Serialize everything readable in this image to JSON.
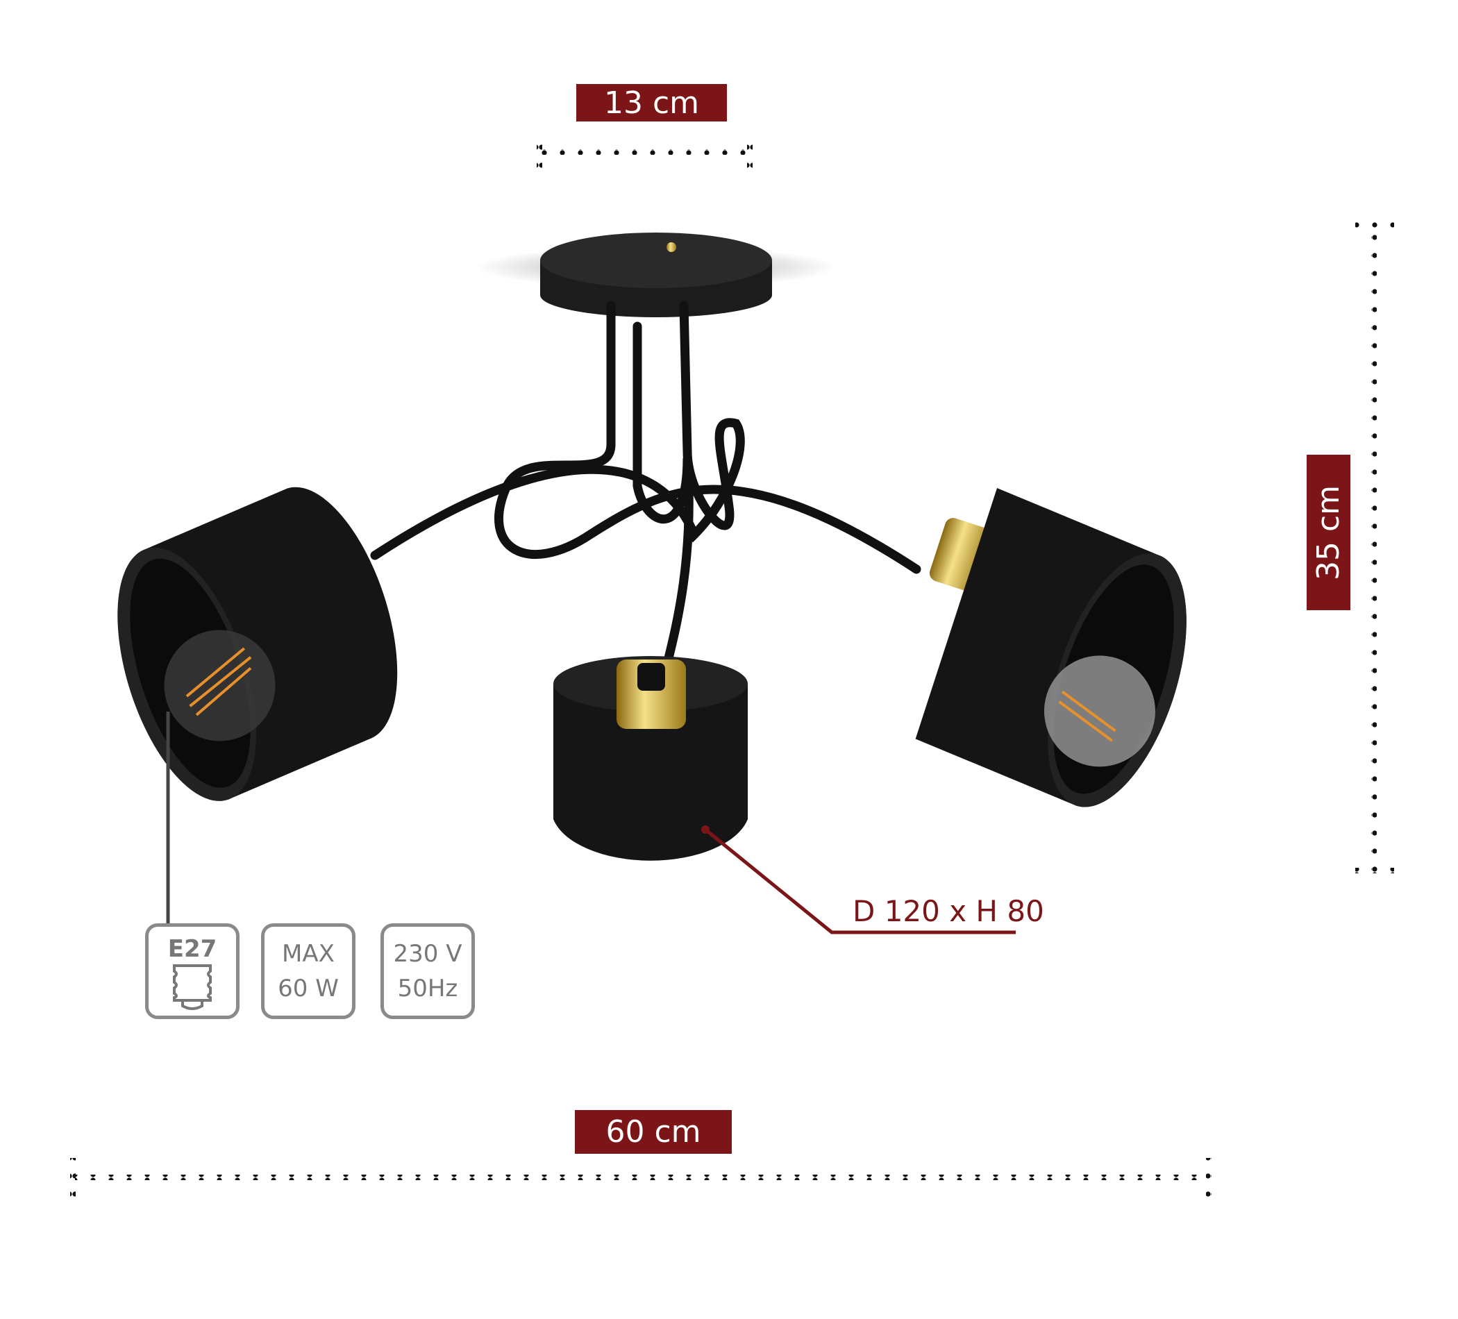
{
  "dimensions": {
    "canopy_width": "13 cm",
    "height": "35 cm",
    "width": "60 cm",
    "shade_size": "D 120 x H 80"
  },
  "specs": [
    {
      "line1": "E27",
      "icon": "bulb-base-icon"
    },
    {
      "line1": "MAX",
      "line2": "60 W"
    },
    {
      "line1": "230 V",
      "line2": "50Hz"
    }
  ],
  "colors": {
    "accent": "#7b1518",
    "lamp": "#161616",
    "brass": "#c9a227"
  }
}
